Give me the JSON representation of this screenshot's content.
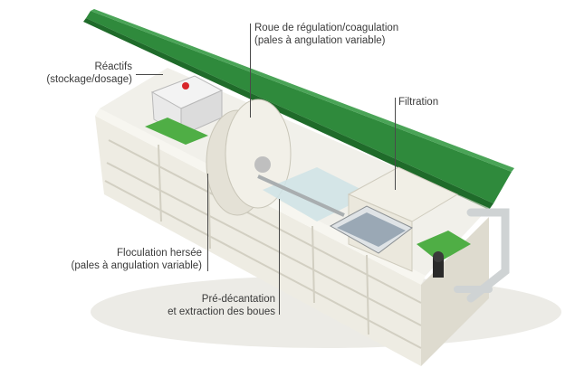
{
  "labels": {
    "reactifs": {
      "line1": "Réactifs",
      "line2": "(stockage/dosage)"
    },
    "roue": {
      "line1": "Roue de régulation/coagulation",
      "line2": "(pales à angulation variable)"
    },
    "filtration": {
      "line1": "Filtration"
    },
    "floculation": {
      "line1": "Floculation hersée",
      "line2": "(pales à angulation variable)"
    },
    "predecantation": {
      "line1": "Pré-décantation",
      "line2": "et extraction des boues"
    }
  },
  "colors": {
    "lid_green": "#2f8a3c",
    "lid_dark": "#1f6b2a",
    "tank_white": "#f1efe6",
    "tank_shadow": "#d9d6c9",
    "grating_green": "#4fae45",
    "water": "#cfe3e6",
    "pipe": "#cfd3d4"
  },
  "icons": {
    "ibc_tank": "ibc-container-icon",
    "pump": "pump-icon",
    "wheel": "regulation-wheel-icon"
  }
}
